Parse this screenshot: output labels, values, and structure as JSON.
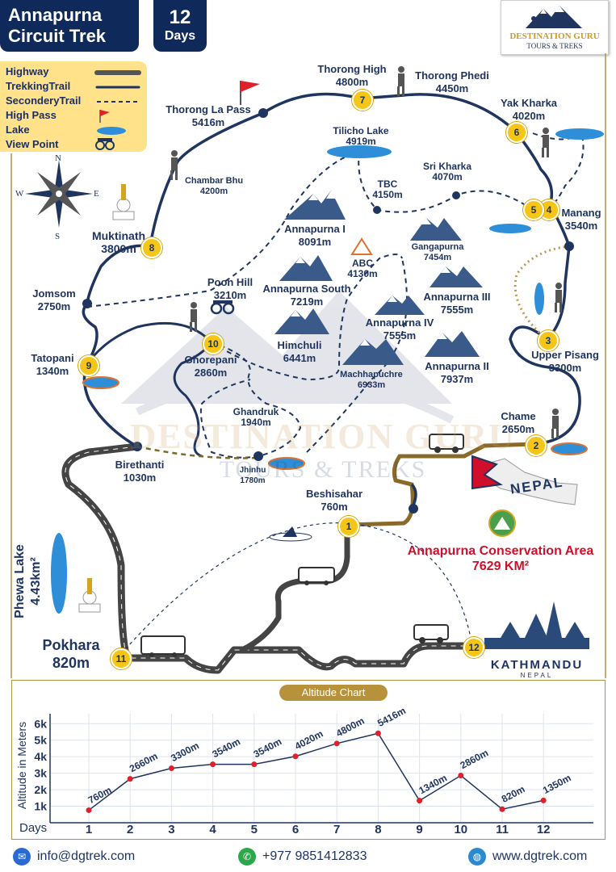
{
  "header": {
    "title_line1": "Annapurna",
    "title_line2": "Circuit Trek",
    "days_number": "12",
    "days_label": "Days",
    "brand_name": "DESTINATION GURU",
    "brand_tagline": "TOURS & TREKS"
  },
  "legend": {
    "items": [
      {
        "label": "Highway",
        "icon": "highway-line"
      },
      {
        "label": "TrekkingTrail",
        "icon": "trekking-line"
      },
      {
        "label": "SeconderyTrail",
        "icon": "dashed-line"
      },
      {
        "label": "High Pass",
        "icon": "red-flag-icon"
      },
      {
        "label": "Lake",
        "icon": "lake-icon"
      },
      {
        "label": "View Point",
        "icon": "binoculars-icon"
      }
    ]
  },
  "compass": {
    "n": "N",
    "s": "S",
    "e": "E",
    "w": "W"
  },
  "places": {
    "thorong_high": {
      "name": "Thorong High",
      "alt": "4800m"
    },
    "thorong_phedi": {
      "name": "Thorong Phedi",
      "alt": "4450m"
    },
    "thorong_la": {
      "name": "Thorong La Pass",
      "alt": "5416m"
    },
    "yak_kharka": {
      "name": "Yak Kharka",
      "alt": "4020m"
    },
    "tilicho": {
      "name": "Tilicho Lake",
      "alt": "4919m"
    },
    "chambar_bhu": {
      "name": "Chambar Bhu",
      "alt": "4200m"
    },
    "sri_kharka": {
      "name": "Sri Kharka",
      "alt": "4070m"
    },
    "tbc": {
      "name": "TBC",
      "alt": "4150m"
    },
    "manang": {
      "name": "Manang",
      "alt": "3540m"
    },
    "muktinath": {
      "name": "Muktinath",
      "alt": "3800m"
    },
    "annapurna_i": {
      "name": "Annapurna I",
      "alt": "8091m"
    },
    "gangapurna": {
      "name": "Gangapurna",
      "alt": "7454m"
    },
    "abc": {
      "name": "ABC",
      "alt": "4130m"
    },
    "poon_hill": {
      "name": "Poon Hill",
      "alt": "3210m"
    },
    "annapurna_south": {
      "name": "Annapurna South",
      "alt": "7219m"
    },
    "annapurna_iii": {
      "name": "Annapurna III",
      "alt": "7555m"
    },
    "jomsom": {
      "name": "Jomsom",
      "alt": "2750m"
    },
    "annapurna_iv": {
      "name": "Annapurna IV",
      "alt": "7555m"
    },
    "upper_pisang": {
      "name": "Upper Pisang",
      "alt": "3300m"
    },
    "himchuli": {
      "name": "Himchuli",
      "alt": "6441m"
    },
    "tatopani": {
      "name": "Tatopani",
      "alt": "1340m"
    },
    "ghorepani": {
      "name": "Ghorepani",
      "alt": "2860m"
    },
    "machhapuchre": {
      "name": "Machhapuchre",
      "alt": "6933m"
    },
    "annapurna_ii": {
      "name": "Annapurna II",
      "alt": "7937m"
    },
    "ghandruk": {
      "name": "Ghandruk",
      "alt": "1940m"
    },
    "chame": {
      "name": "Chame",
      "alt": "2650m"
    },
    "birethanti": {
      "name": "Birethanti",
      "alt": "1030m"
    },
    "jhinhu": {
      "name": "Jhinhu",
      "alt": "1780m"
    },
    "beshisahar": {
      "name": "Beshisahar",
      "alt": "760m"
    },
    "pokhara": {
      "name": "Pokhara",
      "alt": "820m"
    },
    "phewa": {
      "name": "Phewa Lake",
      "area": "4.43km²"
    },
    "kathmandu": {
      "name": "KATHMANDU",
      "sub": "NEPAL"
    },
    "nepal": "NEPAL",
    "conservation": {
      "name": "Annapurna Conservation Area",
      "area": "7629 KM²"
    }
  },
  "day_badges": [
    "1",
    "2",
    "3",
    "4",
    "5",
    "6",
    "7",
    "8",
    "9",
    "10",
    "11",
    "12"
  ],
  "watermark": {
    "line1": "DESTINATION GURU",
    "line2": "TOURS & TREKS"
  },
  "chart_data": {
    "type": "line",
    "title": "Altitude Chart",
    "xlabel": "Days",
    "ylabel": "Altitude in Meters",
    "x": [
      1,
      2,
      3,
      4,
      5,
      6,
      7,
      8,
      9,
      10,
      11,
      12
    ],
    "values": [
      760,
      2660,
      3300,
      3540,
      3540,
      4020,
      4800,
      5416,
      1340,
      2860,
      820,
      1350
    ],
    "point_labels": [
      "760m",
      "2660m",
      "3300m",
      "3540m",
      "3540m",
      "4020m",
      "4800m",
      "5416m",
      "1340m",
      "2860m",
      "820m",
      "1350m"
    ],
    "ytick_labels": [
      "1k",
      "2k",
      "3k",
      "4k",
      "5k",
      "6k"
    ],
    "yticks": [
      1000,
      2000,
      3000,
      4000,
      5000,
      6000
    ],
    "ylim": [
      0,
      6600
    ],
    "grid": true,
    "colors": {
      "line": "#1f3560",
      "point": "#e0202a"
    }
  },
  "footer": {
    "email": "info@dgtrek.com",
    "phone": "+977 9851412833",
    "website": "www.dgtrek.com"
  },
  "colors": {
    "navy": "#0f2a5a",
    "yellow": "#f5c518",
    "red": "#e0202a",
    "legend_bg": "#ffe28a"
  }
}
